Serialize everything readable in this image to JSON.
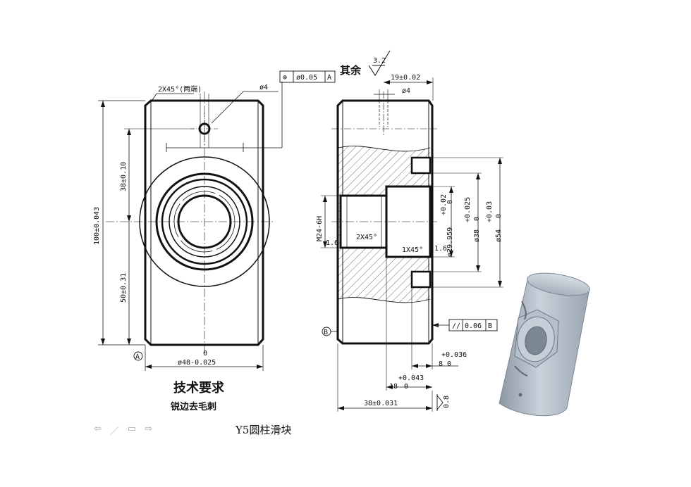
{
  "caption": "Y5圆柱滑块",
  "nav": {
    "prev": "⇦",
    "draw": "／",
    "menu": "▭",
    "next": "⇨"
  },
  "tech_req": {
    "title": "技术要求",
    "item": "锐边去毛刺"
  },
  "roughness": {
    "label": "其余",
    "value": "3.2"
  },
  "front_view": {
    "chamfer_note": "2X45°(两端)",
    "hole_dia": "ø4",
    "position_tol": {
      "symbol": "⊕",
      "value": "ø0.05",
      "datum": "A"
    },
    "dim_total_height": "100±0.043",
    "dim_top_to_center": "38±0.10",
    "dim_center_to_bottom": "50±0.31",
    "datum_a": "A",
    "dim_width_main": "0",
    "dim_width_dev": "ø48-0.025"
  },
  "section_view": {
    "dim_19": "19±0.02",
    "hole_dia": "ø4",
    "thread": "M24-6H",
    "thread_roughness": "1.6",
    "chamfer_inner": "2X45°",
    "chamfer_step": "1X45°",
    "step_roughness": "1.6",
    "dim_d29_upper": "+0.02",
    "dim_d29_main": "ø29.959",
    "dim_d29_lower": "0",
    "dim_d38_upper": "+0.025",
    "dim_d38_main": "ø38",
    "dim_d38_lower": "0",
    "dim_d54_upper": "+0.03",
    "dim_d54_main": "ø54",
    "dim_d54_lower": "0",
    "parallel_tol": {
      "symbol": "//",
      "value": "0.06",
      "datum": "B"
    },
    "datum_b": "B",
    "dim_8_upper": "+0.036",
    "dim_8_main": "8",
    "dim_8_lower": "0",
    "dim_18_upper": "+0.043",
    "dim_18_main": "18",
    "dim_18_lower": "0",
    "dim_38": "38±0.031",
    "face_roughness": "0.8"
  }
}
